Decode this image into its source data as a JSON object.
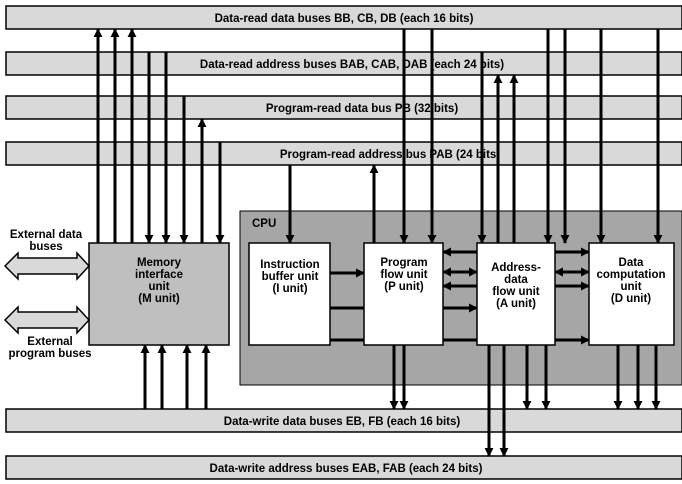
{
  "buses": {
    "data_read": "Data-read data buses BB, CB, DB (each 16 bits)",
    "data_read_addr": "Data-read address buses BAB, CAB, DAB (each 24 bits)",
    "program_read_data": "Program-read data bus PB (32 bits)",
    "program_read_addr": "Program-read address bus PAB (24 bits)",
    "data_write": "Data-write data buses EB, FB (each 16 bits)",
    "data_write_addr": "Data-write address buses EAB, FAB (each 24 bits)"
  },
  "cpu_label": "CPU",
  "units": {
    "memory": [
      "Memory",
      "interface",
      "unit",
      "(M unit)"
    ],
    "instruction": [
      "Instruction",
      "buffer unit",
      "(I unit)"
    ],
    "program": [
      "Program",
      "flow unit",
      "(P unit)"
    ],
    "address": [
      "Address-",
      "data",
      "flow unit",
      "(A unit)"
    ],
    "data_comp": [
      "Data",
      "computation",
      "unit",
      "(D unit)"
    ]
  },
  "external": {
    "data": [
      "External data",
      "buses"
    ],
    "program": [
      "External",
      "program buses"
    ]
  },
  "colors": {
    "bus_fill": "#d9d9d9",
    "cpu_fill": "#a6a6a6",
    "unit_fill": "#ffffff",
    "memory_fill": "#bfbfbf"
  }
}
